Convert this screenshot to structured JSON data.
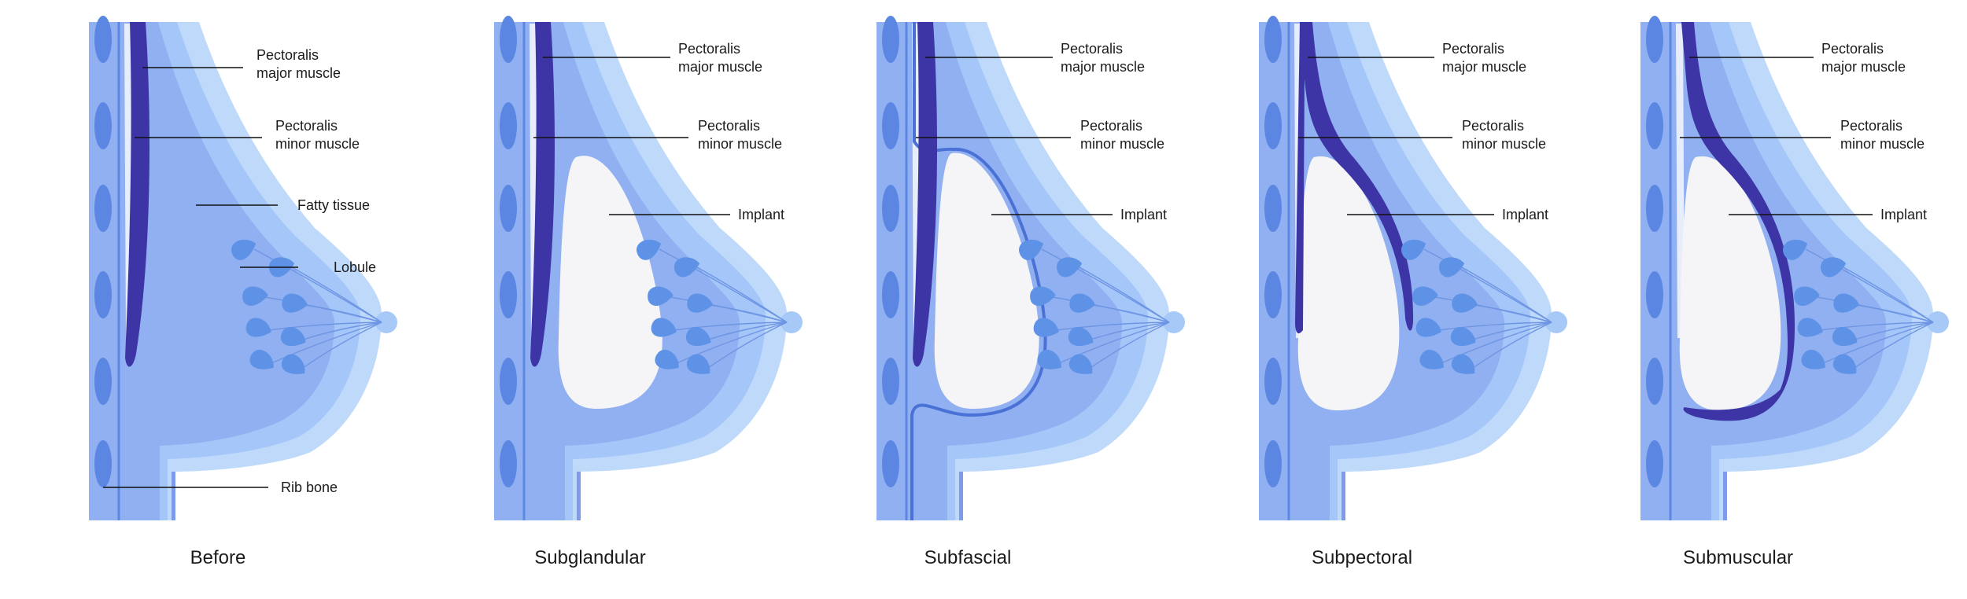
{
  "colors": {
    "chest": "#7D9BEA",
    "skin": "#BFD9FB",
    "skin_mid": "#A5C6F8",
    "tissue": "#91B0F1",
    "rib": "#5B87E3",
    "major_muscle": "#3D35A5",
    "minor_muscle_edge": "#E8EDFC",
    "fascia": "#4A72D6",
    "implant": "#F5F5F7",
    "lobule": "#5E92E6",
    "nipple": "#A7C9F7",
    "line": "#111111"
  },
  "panels": [
    {
      "caption": "Before",
      "type": "before",
      "labels": {
        "major": [
          "Pectoralis",
          "major muscle"
        ],
        "minor": [
          "Pectoralis",
          "minor muscle"
        ],
        "fatty": "Fatty tissue",
        "lobule": "Lobule",
        "rib": "Rib bone"
      }
    },
    {
      "caption": "Subglandular",
      "type": "subglandular",
      "labels": {
        "major": [
          "Pectoralis",
          "major muscle"
        ],
        "minor": [
          "Pectoralis",
          "minor muscle"
        ],
        "implant": "Implant"
      }
    },
    {
      "caption": "Subfascial",
      "type": "subfascial",
      "labels": {
        "major": [
          "Pectoralis",
          "major muscle"
        ],
        "minor": [
          "Pectoralis",
          "minor muscle"
        ],
        "implant": "Implant"
      }
    },
    {
      "caption": "Subpectoral",
      "type": "subpectoral",
      "labels": {
        "major": [
          "Pectoralis",
          "major muscle"
        ],
        "minor": [
          "Pectoralis",
          "minor muscle"
        ],
        "implant": "Implant"
      }
    },
    {
      "caption": "Submuscular",
      "type": "submuscular",
      "labels": {
        "major": [
          "Pectoralis",
          "major muscle"
        ],
        "minor": [
          "Pectoralis",
          "minor muscle"
        ],
        "implant": "Implant"
      }
    }
  ]
}
